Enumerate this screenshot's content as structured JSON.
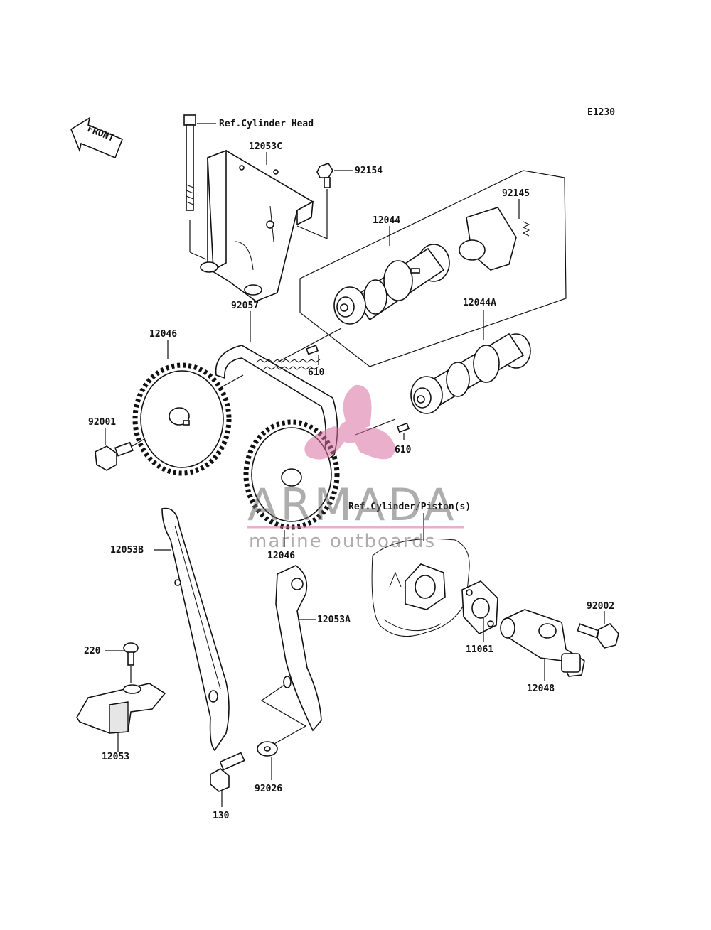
{
  "diagram": {
    "code": "E1230",
    "front_label": "FRONT",
    "refs": {
      "cylinder_head": "Ref.Cylinder Head",
      "cylinder_piston": "Ref.Cylinder/Piston(s)"
    },
    "parts": {
      "p12053C": "12053C",
      "p92154": "92154",
      "p92145": "92145",
      "p12044": "12044",
      "p12046_top": "12046",
      "p92057": "92057",
      "p12044A": "12044A",
      "p610_a": "610",
      "p610_b": "610",
      "p92001": "92001",
      "p12046_bottom": "12046",
      "p12053B": "12053B",
      "p12053A": "12053A",
      "p92002": "92002",
      "p11061": "11061",
      "p12048": "12048",
      "p220": "220",
      "p12053": "12053",
      "p92026": "92026",
      "p130": "130"
    }
  },
  "watermark": {
    "brand": "ARMADA",
    "tagline": "marine outboards",
    "color": "#d86fa2",
    "text_color": "#6b6b6b"
  }
}
